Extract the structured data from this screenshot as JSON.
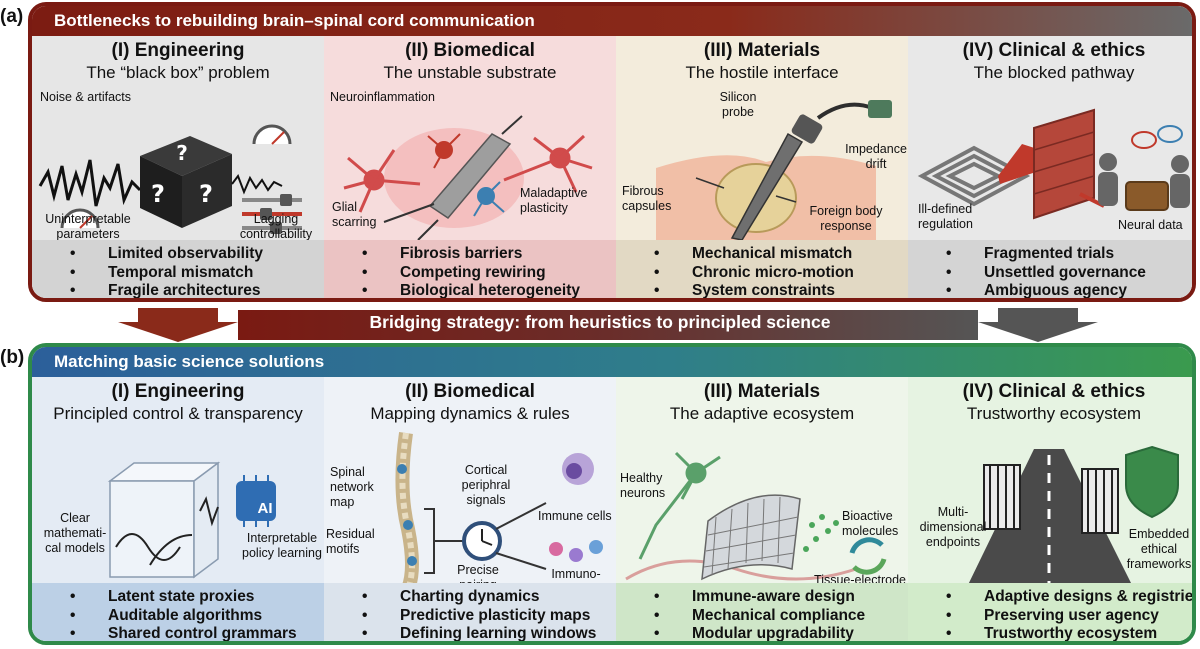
{
  "panel_a": {
    "letter": "(a)",
    "heading": "Bottlenecks to rebuilding brain–spinal cord communication",
    "columns": [
      {
        "title": "(I) Engineering",
        "subtitle": "The “black box” problem",
        "labels": [
          "Noise & artifacts",
          "Uninterpretable parameters",
          "Lagging controllability"
        ],
        "bullets": [
          "Limited observability",
          "Temporal mismatch",
          "Fragile architectures"
        ]
      },
      {
        "title": "(II) Biomedical",
        "subtitle": "The unstable substrate",
        "labels": [
          "Neuroinflammation",
          "Glial scarring",
          "Maladaptive plasticity"
        ],
        "bullets": [
          "Fibrosis barriers",
          "Competing rewiring",
          "Biological heterogeneity"
        ]
      },
      {
        "title": "(III) Materials",
        "subtitle": "The hostile interface",
        "labels": [
          "Silicon probe",
          "Impedance drift",
          "Fibrous capsules",
          "Foreign body response"
        ],
        "bullets": [
          "Mechanical mismatch",
          "Chronic micro-motion",
          "System constraints"
        ]
      },
      {
        "title": "(IV) Clinical & ethics",
        "subtitle": "The blocked pathway",
        "labels": [
          "Ill-defined regulation",
          "Neural data"
        ],
        "bullets": [
          "Fragmented trials",
          "Unsettled governance",
          "Ambiguous agency"
        ]
      }
    ]
  },
  "bridge": {
    "text": "Bridging strategy: from heuristics to principled science"
  },
  "panel_b": {
    "letter": "(b)",
    "heading": "Matching basic science solutions",
    "columns": [
      {
        "title": "(I) Engineering",
        "subtitle": "Principled control & transparency",
        "labels": [
          "Clear mathemati-cal models",
          "AI",
          "Interpretable policy learning"
        ],
        "bullets": [
          "Latent state proxies",
          "Auditable algorithms",
          "Shared control grammars"
        ]
      },
      {
        "title": "(II) Biomedical",
        "subtitle": "Mapping dynamics & rules",
        "labels": [
          "Spinal network map",
          "Residual motifs",
          "Cortical periphral signals",
          "Precise pairing rules",
          "Immune cells",
          "Immuno-neural integration"
        ],
        "bullets": [
          "Charting dynamics",
          "Predictive plasticity maps",
          "Defining learning windows"
        ]
      },
      {
        "title": "(III) Materials",
        "subtitle": "The adaptive ecosystem",
        "labels": [
          "Healthy neurons",
          "Bioactive molecules",
          "Tissue-electrode co-evolution"
        ],
        "bullets": [
          "Immune-aware design",
          "Mechanical compliance",
          "Modular upgradability"
        ]
      },
      {
        "title": "(IV) Clinical & ethics",
        "subtitle": "Trustworthy ecosystem",
        "labels": [
          "Multi-dimensional endpoints",
          "Embedded ethical frameworks"
        ],
        "bullets": [
          "Adaptive designs & registries",
          "Preserving user agency",
          "Trustworthy ecosystem"
        ]
      }
    ]
  },
  "colors": {
    "panel_a_border": "#7a1a12",
    "panel_b_border": "#2f8a4a",
    "engineering_bg": "#e9e9e9",
    "biomedical_bg": "#f6dcdc",
    "materials_bg": "#f3ecdc",
    "clinical_bg": "#e8e8e8"
  }
}
